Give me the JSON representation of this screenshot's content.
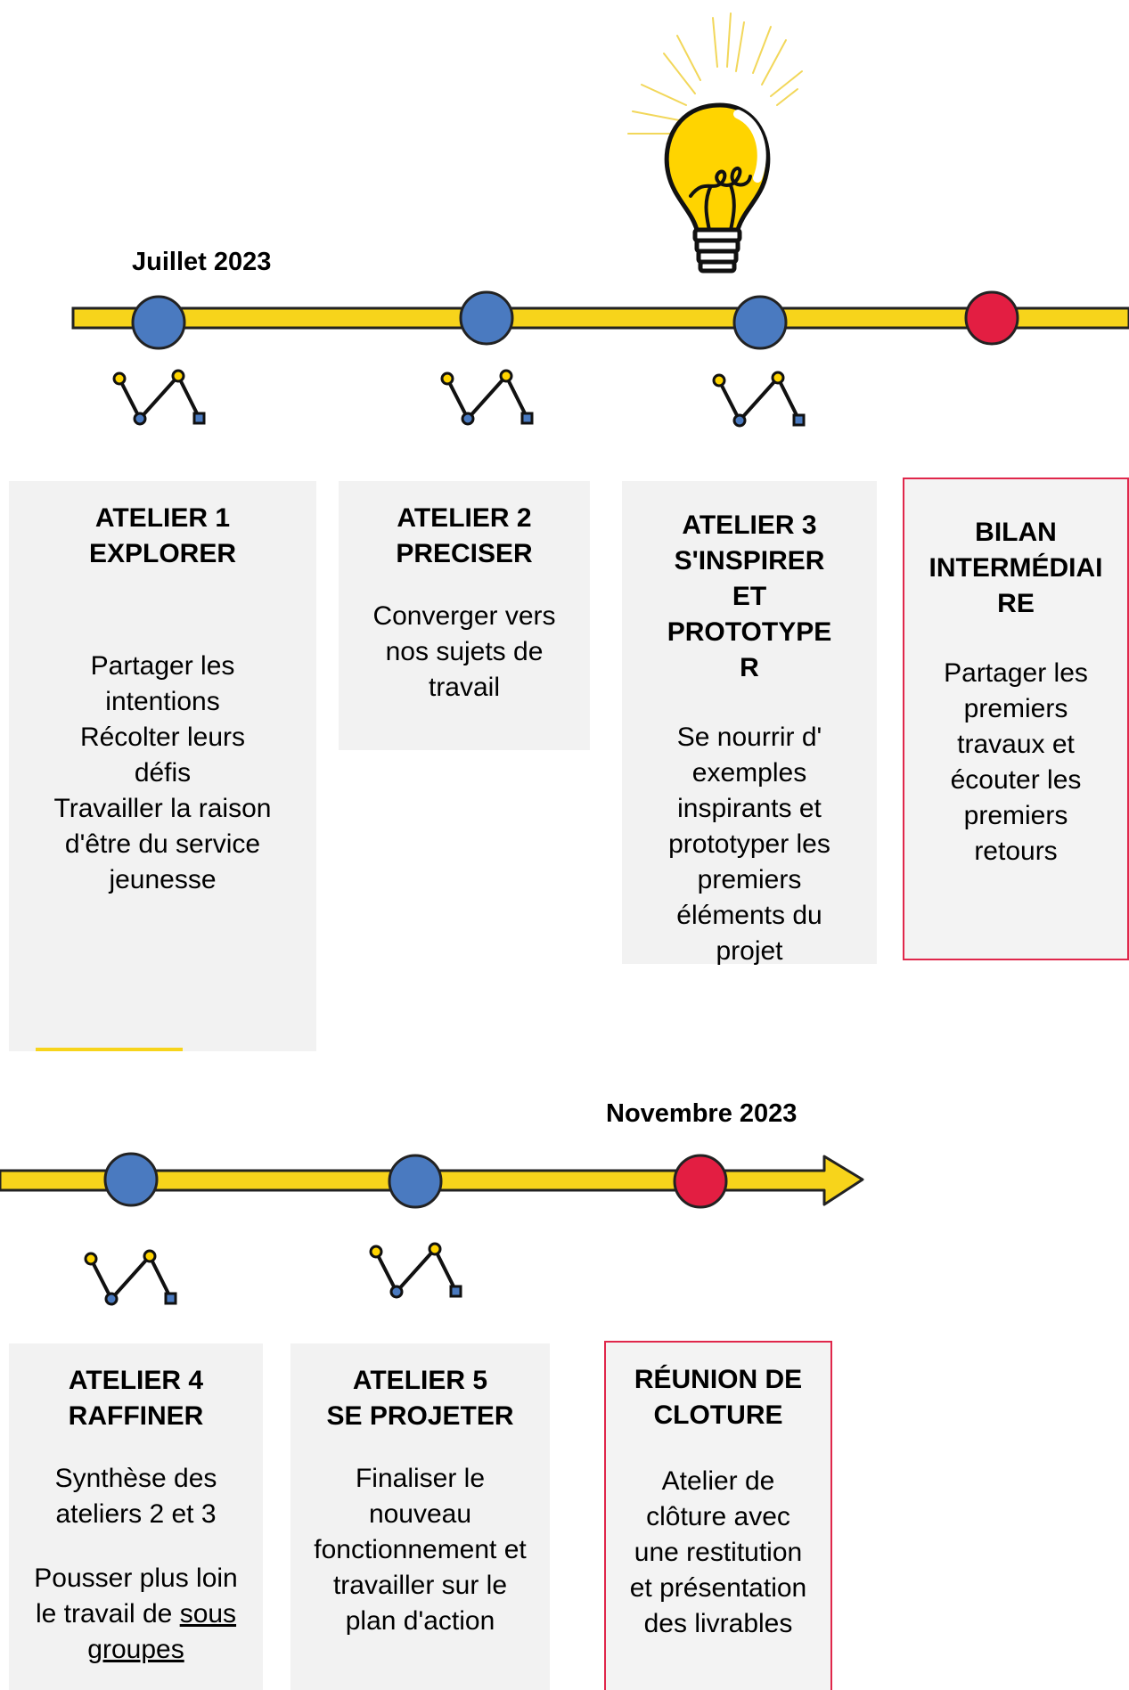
{
  "timeline1": {
    "date_label": "Juillet 2023",
    "nodes": [
      {
        "color": "#4a7ac0"
      },
      {
        "color": "#4a7ac0"
      },
      {
        "color": "#4a7ac0"
      },
      {
        "color": "#e31e42"
      }
    ]
  },
  "timeline2": {
    "date_label": "Novembre 2023",
    "nodes": [
      {
        "color": "#4a7ac0"
      },
      {
        "color": "#4a7ac0"
      },
      {
        "color": "#e31e42"
      }
    ]
  },
  "colors": {
    "timeline_yellow": "#f7d41b",
    "timeline_outline": "#222222",
    "node_blue": "#4a7ac0",
    "node_red": "#e31e42",
    "card_bg": "#f2f2f2",
    "card_border_red": "#e0274b",
    "bulb_yellow": "#ffd400"
  },
  "icons": {
    "bulb": "lightbulb-icon",
    "squiggle": "squiggle-connector-icon"
  },
  "cards": {
    "atelier1": {
      "title": [
        "ATELIER 1",
        "EXPLORER"
      ],
      "desc": [
        "Partager les",
        "intentions",
        "Récolter leurs",
        "défis",
        "Travailler la raison",
        "d'être du service",
        "jeunesse"
      ]
    },
    "atelier2": {
      "title": [
        "ATELIER 2",
        "PRECISER"
      ],
      "desc": [
        "Converger vers",
        "nos sujets de",
        "travail"
      ]
    },
    "atelier3": {
      "title": [
        "ATELIER 3",
        "S'INSPIRER",
        "ET",
        "PROTOTYPE",
        "R"
      ],
      "desc": [
        "Se nourrir d'",
        "exemples",
        "inspirants et",
        "prototyper les",
        "premiers",
        "éléments du",
        "projet"
      ]
    },
    "bilan": {
      "title": [
        "BILAN",
        "INTERMÉDIAI",
        "RE"
      ],
      "desc": [
        "Partager les",
        "premiers",
        "travaux et",
        "écouter les",
        "premiers",
        "retours"
      ]
    },
    "atelier4": {
      "title": [
        "ATELIER 4",
        "RAFFINER"
      ],
      "desc1": [
        "Synthèse des",
        "ateliers 2 et 3"
      ],
      "desc2_a": "Pousser plus loin",
      "desc2_b": "le travail de ",
      "desc2_b_underlined": "sous",
      "desc2_c": "groupes"
    },
    "atelier5": {
      "title": [
        "ATELIER 5",
        "SE PROJETER"
      ],
      "desc": [
        "Finaliser le",
        "nouveau",
        "fonctionnement et",
        "travailler sur le",
        "plan d'action"
      ]
    },
    "cloture": {
      "title": [
        "RÉUNION DE",
        "CLOTURE"
      ],
      "desc": [
        "Atelier de",
        "clôture avec",
        "une restitution",
        "et présentation",
        "des livrables"
      ]
    }
  }
}
